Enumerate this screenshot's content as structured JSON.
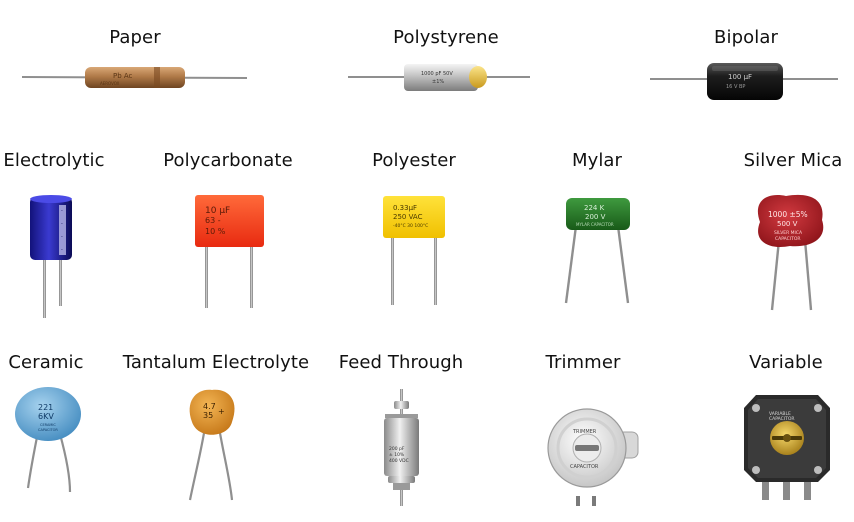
{
  "capacitors": [
    {
      "label": "Paper",
      "markings": [
        "Pb Ac",
        "AEROVOX"
      ]
    },
    {
      "label": "Polystyrene",
      "markings": [
        "1000 pF 50V",
        "±1%"
      ]
    },
    {
      "label": "Bipolar",
      "markings": [
        "100 µF",
        "16 V BP"
      ]
    },
    {
      "label": "Electrolytic",
      "markings": []
    },
    {
      "label": "Polycarbonate",
      "markings": [
        "10 µF",
        "63 -",
        "10 %"
      ]
    },
    {
      "label": "Polyester",
      "markings": [
        "0.33µF",
        "250 VAC",
        "-40°C 30 100°C"
      ]
    },
    {
      "label": "Mylar",
      "markings": [
        "224 K",
        "200 V",
        "MYLAR CAPACITOR"
      ]
    },
    {
      "label": "Silver Mica",
      "markings": [
        "1000 ±5%",
        "500 V",
        "SILVER MICA",
        "CAPACITOR"
      ]
    },
    {
      "label": "Ceramic",
      "markings": [
        "221",
        "6KV",
        "CERAMIC",
        "CAPACITOR"
      ]
    },
    {
      "label": "Tantalum Electrolyte",
      "markings": [
        "4.7",
        "35"
      ]
    },
    {
      "label": "Feed Through",
      "markings": [
        "200 pF",
        "± 10%",
        "400 VDC"
      ]
    },
    {
      "label": "Trimmer",
      "markings": [
        "TRIMMER",
        "CAPACITOR"
      ]
    },
    {
      "label": "Variable",
      "markings": [
        "VARIABLE",
        "CAPACITOR"
      ]
    }
  ]
}
